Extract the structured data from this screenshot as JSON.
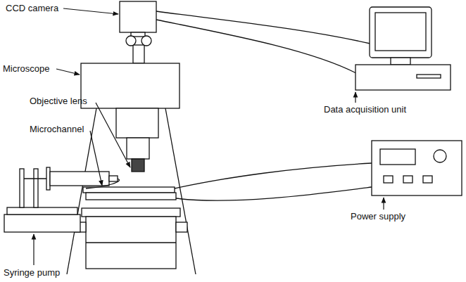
{
  "diagram": {
    "labels": [
      "CCD camera",
      "Microscope",
      "Objective lens",
      "Microchannel",
      "Syringe pump",
      "Data acquisition unit",
      "Power supply"
    ]
  }
}
